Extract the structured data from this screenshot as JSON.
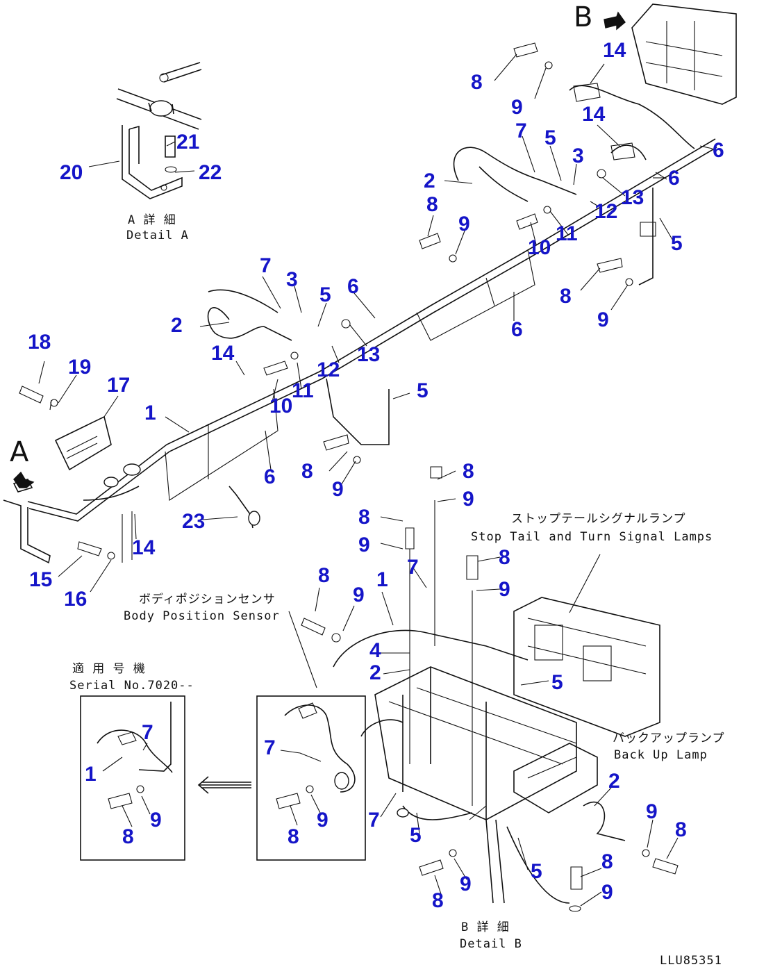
{
  "view_letters": {
    "a": "A",
    "b": "B"
  },
  "captions": {
    "detail_a_jp": "A 詳 細",
    "detail_a_en": "Detail A",
    "detail_b_jp": "B 詳 細",
    "detail_b_en": "Detail B",
    "stop_tail_jp": "ストップテールシグナルランプ",
    "stop_tail_en": "Stop Tail and Turn Signal Lamps",
    "body_sensor_jp": "ボディポジションセンサ",
    "body_sensor_en": "Body Position Sensor",
    "backup_jp": "バックアップランプ",
    "backup_en": "Back Up Lamp",
    "serial_jp": "適 用 号 機",
    "serial_en": "Serial No.7020--",
    "drawing_code": "LLU85351"
  },
  "part_numbers": {
    "p1": "1",
    "p2": "2",
    "p3": "3",
    "p4": "4",
    "p5": "5",
    "p6": "6",
    "p7": "7",
    "p8": "8",
    "p9": "9",
    "p10": "10",
    "p11": "11",
    "p12": "12",
    "p13": "13",
    "p14": "14",
    "p15": "15",
    "p16": "16",
    "p17": "17",
    "p18": "18",
    "p19": "19",
    "p20": "20",
    "p21": "21",
    "p22": "22",
    "p23": "23"
  }
}
